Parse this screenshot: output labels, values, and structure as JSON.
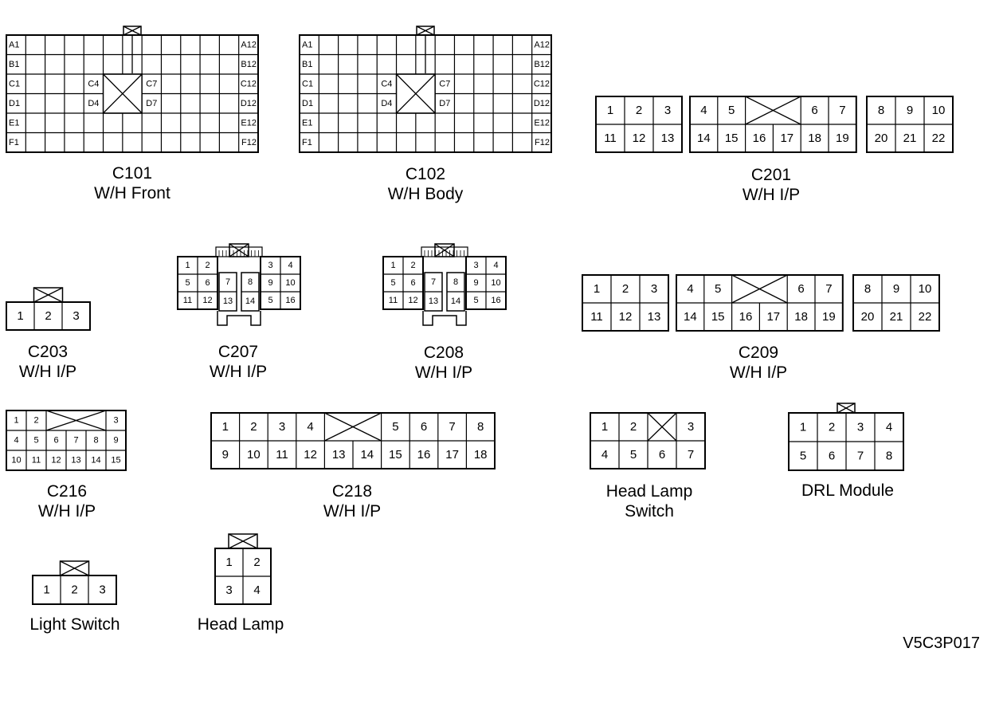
{
  "c101": {
    "id": "C101",
    "name": "W/H Front",
    "row_labels_left": [
      "A1",
      "B1",
      "C1",
      "D1",
      "E1",
      "F1"
    ],
    "row_labels_right": [
      "A12",
      "B12",
      "C12",
      "D12",
      "E12",
      "F12"
    ],
    "inner_labels": [
      "C4",
      "C7",
      "D4",
      "D7"
    ]
  },
  "c102": {
    "id": "C102",
    "name": "W/H Body",
    "row_labels_left": [
      "A1",
      "B1",
      "C1",
      "D1",
      "E1",
      "F1"
    ],
    "row_labels_right": [
      "A12",
      "B12",
      "C12",
      "D12",
      "E12",
      "F12"
    ],
    "inner_labels": [
      "C4",
      "C7",
      "D4",
      "D7"
    ]
  },
  "c201": {
    "id": "C201",
    "name": "W/H I/P",
    "pins": [
      "1",
      "2",
      "3",
      "4",
      "5",
      "6",
      "7",
      "8",
      "9",
      "10",
      "11",
      "12",
      "13",
      "14",
      "15",
      "16",
      "17",
      "18",
      "19",
      "20",
      "21",
      "22"
    ]
  },
  "c203": {
    "id": "C203",
    "name": "W/H I/P",
    "pins": [
      "1",
      "2",
      "3"
    ]
  },
  "c207": {
    "id": "C207",
    "name": "W/H I/P",
    "pins": [
      "1",
      "2",
      "3",
      "4",
      "5",
      "6",
      "7",
      "8",
      "9",
      "10",
      "11",
      "12",
      "13",
      "14",
      "5",
      "16"
    ]
  },
  "c208": {
    "id": "C208",
    "name": "W/H I/P",
    "pins": [
      "1",
      "2",
      "3",
      "4",
      "5",
      "6",
      "7",
      "8",
      "9",
      "10",
      "11",
      "12",
      "13",
      "14",
      "5",
      "16"
    ]
  },
  "c209": {
    "id": "C209",
    "name": "W/H I/P",
    "pins": [
      "1",
      "2",
      "3",
      "4",
      "5",
      "6",
      "7",
      "8",
      "9",
      "10",
      "11",
      "12",
      "13",
      "14",
      "15",
      "16",
      "17",
      "18",
      "19",
      "20",
      "21",
      "22"
    ]
  },
  "c216": {
    "id": "C216",
    "name": "W/H I/P",
    "pins": [
      "1",
      "2",
      "3",
      "4",
      "5",
      "6",
      "7",
      "8",
      "9",
      "10",
      "11",
      "12",
      "13",
      "14",
      "15"
    ]
  },
  "c218": {
    "id": "C218",
    "name": "W/H I/P",
    "pins": [
      "1",
      "2",
      "3",
      "4",
      "5",
      "6",
      "7",
      "8",
      "9",
      "10",
      "11",
      "12",
      "13",
      "14",
      "15",
      "16",
      "17",
      "18"
    ]
  },
  "head_lamp_switch": {
    "name_line1": "Head Lamp",
    "name_line2": "Switch",
    "pins": [
      "1",
      "2",
      "3",
      "4",
      "5",
      "6",
      "7"
    ]
  },
  "drl_module": {
    "name": "DRL Module",
    "pins": [
      "1",
      "2",
      "3",
      "4",
      "5",
      "6",
      "7",
      "8"
    ]
  },
  "light_switch": {
    "name": "Light Switch",
    "pins": [
      "1",
      "2",
      "3"
    ]
  },
  "head_lamp": {
    "name": "Head Lamp",
    "pins": [
      "1",
      "2",
      "3",
      "4"
    ]
  },
  "figure_ref": "V5C3P017"
}
